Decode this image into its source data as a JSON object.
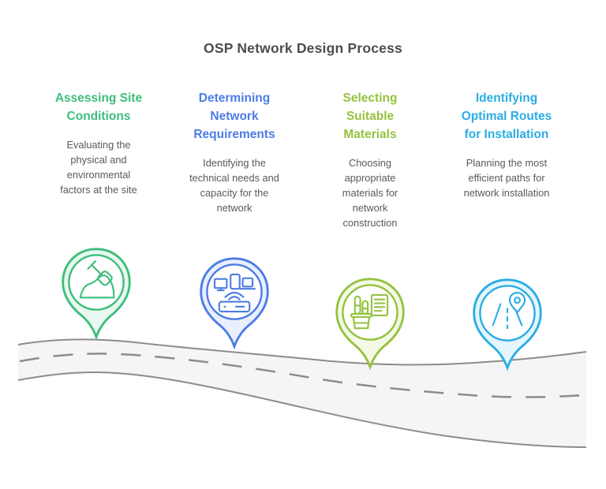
{
  "title": "OSP Network Design Process",
  "colors": {
    "title_text": "#4D4D4D",
    "body_text": "#58595B",
    "road_fill": "#F5F5F5",
    "road_stroke": "#8C8C8C"
  },
  "columns": [
    {
      "heading": "Assessing Site\nConditions",
      "description": "Evaluating the\nphysical and\nenvironmental\nfactors at the site",
      "accent": "#3EBE7B",
      "tint": "#E8F8EF",
      "icon": "shovel-mound-icon"
    },
    {
      "heading": "Determining\nNetwork\nRequirements",
      "description": "Identifying the\ntechnical needs and\ncapacity for the\nnetwork",
      "accent": "#4C7CE6",
      "tint": "#E9EFFC",
      "icon": "network-devices-icon"
    },
    {
      "heading": "Selecting\nSuitable\nMaterials",
      "description": "Choosing\nappropriate\nmaterials for\nnetwork\nconstruction",
      "accent": "#95C23F",
      "tint": "#F4F9E6",
      "icon": "materials-document-icon"
    },
    {
      "heading": "Identifying\nOptimal Routes\nfor Installation",
      "description": "Planning the most\nefficient paths for\nnetwork installation",
      "accent": "#2BADE4",
      "tint": "#E4F5FC",
      "icon": "route-location-icon"
    }
  ]
}
